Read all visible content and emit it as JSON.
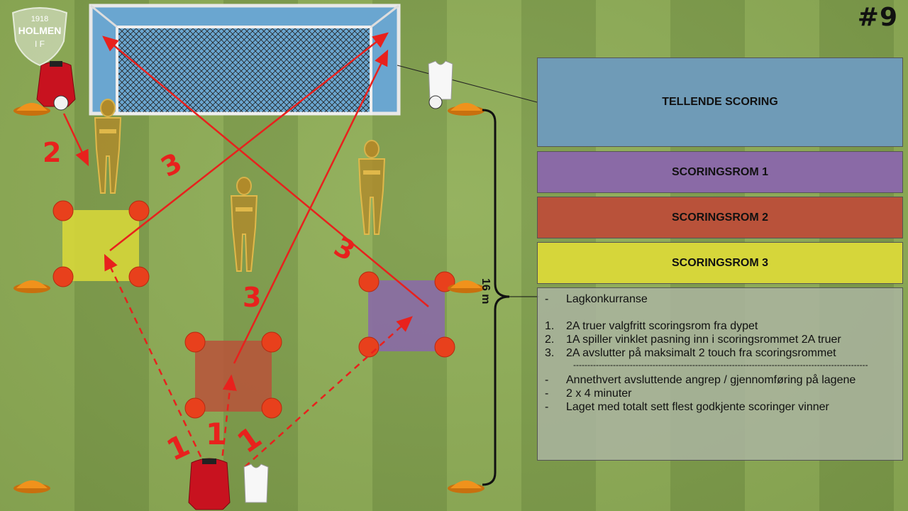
{
  "badge": "#9",
  "logo": {
    "year": "1918",
    "name": "HOLMEN",
    "letters": "I F"
  },
  "panels": {
    "tellende": "TELLENDE SCORING",
    "rom1": "SCORINGSROM 1",
    "rom2": "SCORINGSROM 2",
    "rom3": "SCORINGSROM 3"
  },
  "distance_label": "16 m",
  "step_labels": {
    "two": "2",
    "three_a": "3",
    "three_b": "3",
    "three_c": "3",
    "one_a": "1",
    "one_b": "1",
    "one_c": "1"
  },
  "notes": {
    "intro": {
      "marker": "-",
      "text": "Lagkonkurranse"
    },
    "steps": [
      {
        "marker": "1.",
        "text": "2A truer valgfritt scoringsrom fra dypet"
      },
      {
        "marker": "2.",
        "text": "1A spiller vinklet pasning inn i scoringsrommet 2A truer"
      },
      {
        "marker": "3.",
        "text": "2A avslutter på maksimalt 2 touch fra scoringsrommet"
      }
    ],
    "divider": "--------------------------------------------------------------------------------------------------------",
    "rules": [
      {
        "marker": "-",
        "text": "Annethvert avsluttende angrep / gjennomføring på lagene"
      },
      {
        "marker": "-",
        "text": "2 x 4 minuter"
      },
      {
        "marker": "-",
        "text": "Laget med totalt sett flest godkjente scoringer vinner"
      }
    ]
  },
  "colors": {
    "zone_yellow": "#d6d63a",
    "zone_red": "#b9523a",
    "zone_purple": "#8a6aa6",
    "ball": "#e8401c",
    "cone": "#f0921c",
    "arrow": "#e8211d",
    "bib_red": "#c8121f"
  },
  "icons": [
    "holmen-logo-icon",
    "goal-icon",
    "cone-icon",
    "ball-icon",
    "mannequin-icon",
    "player-red-jacket-icon",
    "player-white-bib-icon"
  ]
}
